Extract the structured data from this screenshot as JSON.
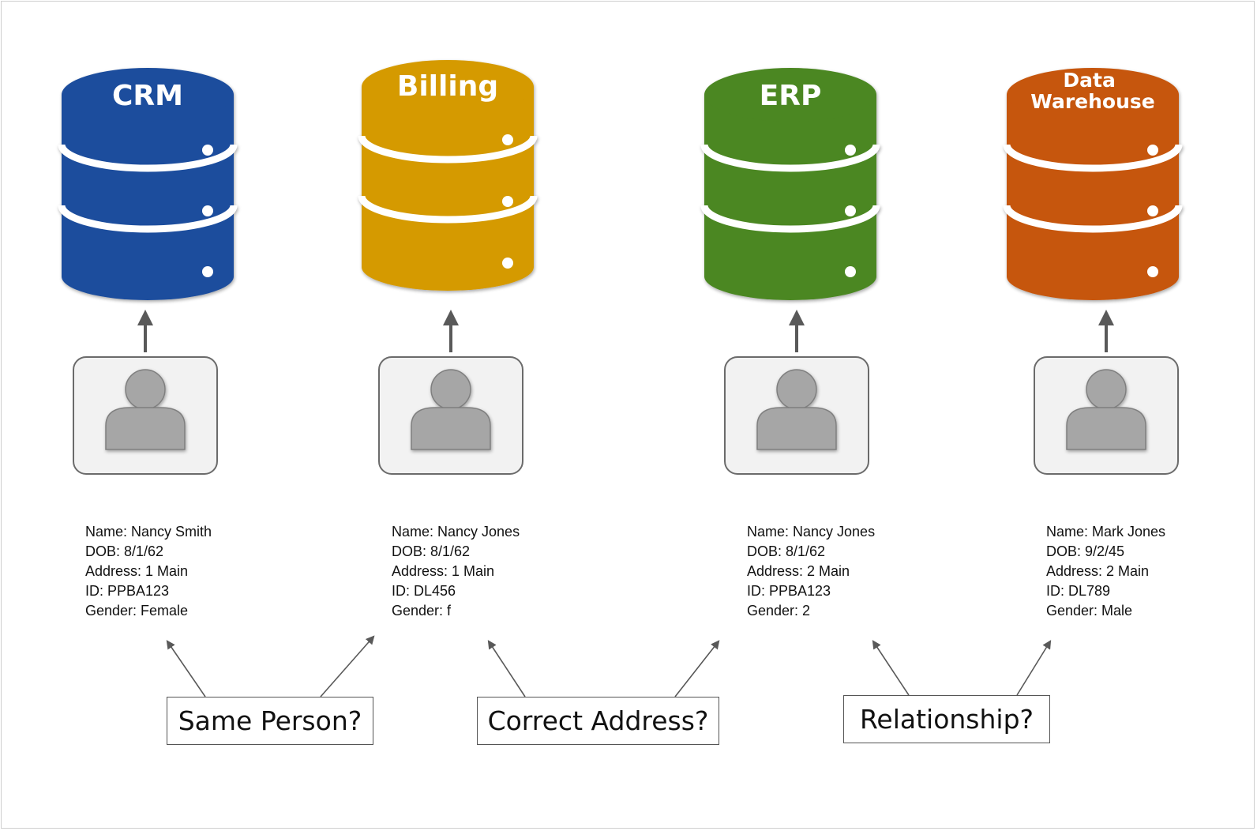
{
  "databases": [
    {
      "name": "CRM",
      "color": "#1F4E9D"
    },
    {
      "name": "Billing",
      "color": "#D59A00"
    },
    {
      "name": "ERP",
      "color": "#4C8723"
    },
    {
      "name": "Data\nWarehouse",
      "title_lines": [
        "Data",
        "Warehouse"
      ],
      "color": "#C6560C"
    }
  ],
  "records": [
    {
      "name": "Name: Nancy Smith",
      "dob": "DOB: 8/1/62",
      "address": "Address: 1 Main",
      "id": "ID: PPBA123",
      "gender": "Gender: Female"
    },
    {
      "name": "Name: Nancy Jones",
      "dob": "DOB: 8/1/62",
      "address": "Address: 1 Main",
      "id": "ID: DL456",
      "gender": "Gender: f"
    },
    {
      "name": "Name: Nancy Jones",
      "dob": "DOB: 8/1/62",
      "address": "Address: 2 Main",
      "id": "ID: PPBA123",
      "gender": "Gender: 2"
    },
    {
      "name": "Name: Mark Jones",
      "dob": "DOB: 9/2/45",
      "address": "Address: 2 Main",
      "id": "ID: DL789",
      "gender": "Gender: Male"
    }
  ],
  "questions": [
    {
      "label": "Same Person?"
    },
    {
      "label": "Correct Address?"
    },
    {
      "label": "Relationship?"
    }
  ],
  "icons": [
    "database-icon",
    "person-icon",
    "arrow-up-icon"
  ],
  "colors": {
    "person_fill": "#A6A6A6",
    "card_fill": "#F2F2F2",
    "card_border": "#6B6B6B",
    "arrow": "#595959"
  }
}
